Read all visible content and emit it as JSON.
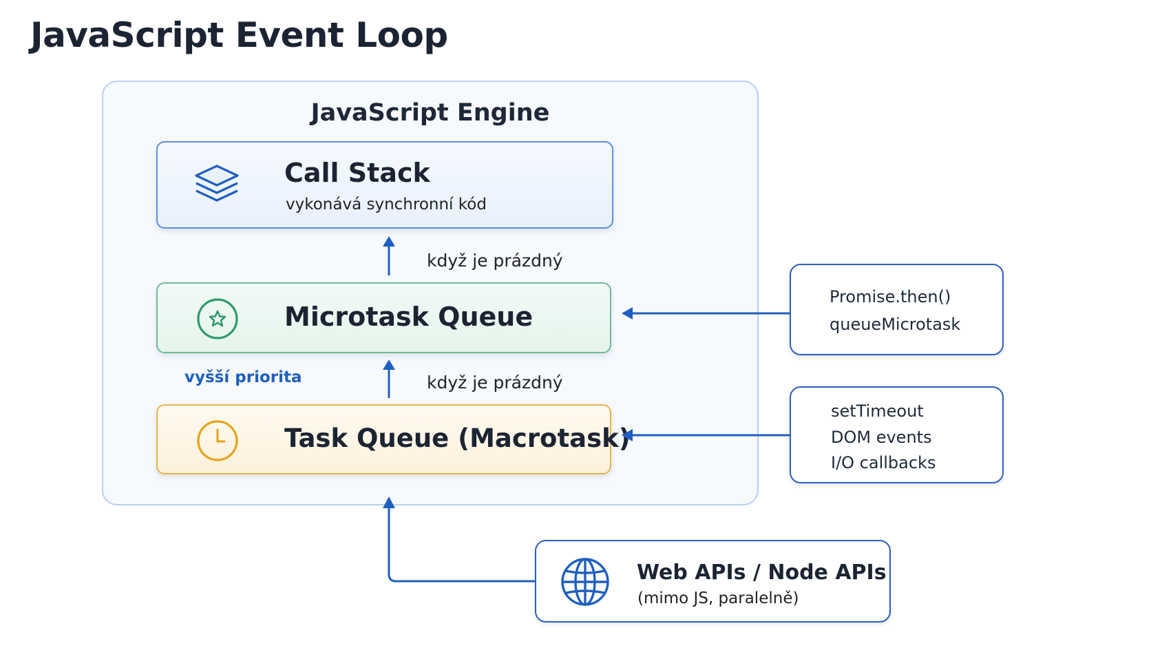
{
  "title": "JavaScript Event Loop",
  "engine": {
    "title": "JavaScript Engine",
    "call_stack": {
      "title": "Call Stack",
      "subtitle": "vykonává synchronní kód",
      "icon": "layers-icon"
    },
    "microtask_queue": {
      "title": "Microtask Queue",
      "icon": "star-icon"
    },
    "task_queue": {
      "title": "Task Queue (Macrotask)",
      "icon": "clock-icon"
    },
    "arrow_labels": {
      "micro_to_stack": "když je prázdný",
      "task_to_micro": "když je prázdný"
    },
    "priority_label": "vyšší priorita"
  },
  "microtask_sources": {
    "lines": [
      "Promise.then()",
      "queueMicrotask"
    ]
  },
  "task_sources": {
    "lines": [
      "setTimeout",
      "DOM events",
      "I/O callbacks"
    ]
  },
  "web_apis": {
    "title": "Web APIs / Node APIs",
    "subtitle": "(mimo JS, paralelně)",
    "icon": "globe-icon"
  },
  "colors": {
    "accent_blue": "#1f5fbf",
    "call_stack_border": "#5b8fdb",
    "microtask_border": "#6fb99a",
    "task_border": "#e9b24a",
    "engine_border": "#b9d0f2"
  }
}
